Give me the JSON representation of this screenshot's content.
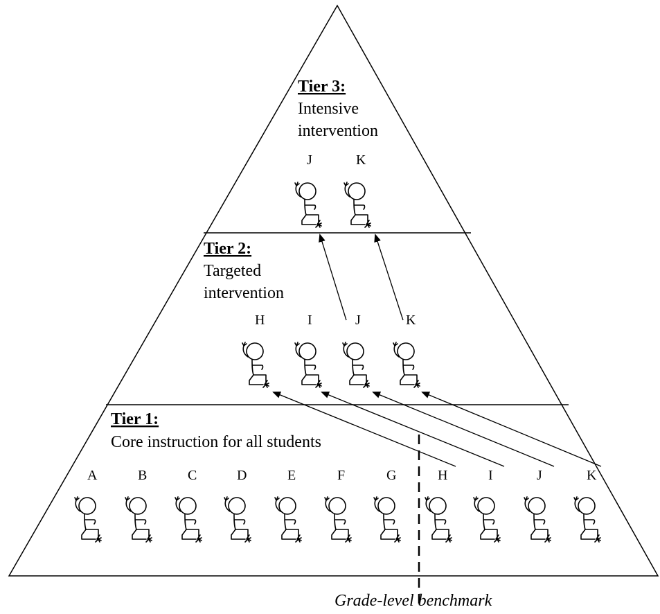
{
  "tiers": [
    {
      "title": "Tier 3:",
      "lines": [
        "Intensive",
        "intervention"
      ]
    },
    {
      "title": "Tier 2:",
      "lines": [
        "Targeted",
        "intervention"
      ]
    },
    {
      "title": "Tier 1:",
      "lines": [
        "Core instruction for all students"
      ]
    }
  ],
  "students": {
    "tier1": [
      "A",
      "B",
      "C",
      "D",
      "E",
      "F",
      "G",
      "H",
      "I",
      "J",
      "K"
    ],
    "tier2": [
      "H",
      "I",
      "J",
      "K"
    ],
    "tier3": [
      "J",
      "K"
    ]
  },
  "benchmark_label": "Grade-level benchmark",
  "icons": {
    "student": "stick-figure-raising-hand-icon",
    "arrow": "arrow-up-icon"
  },
  "colors": {
    "line": "#000000",
    "background": "#ffffff"
  }
}
